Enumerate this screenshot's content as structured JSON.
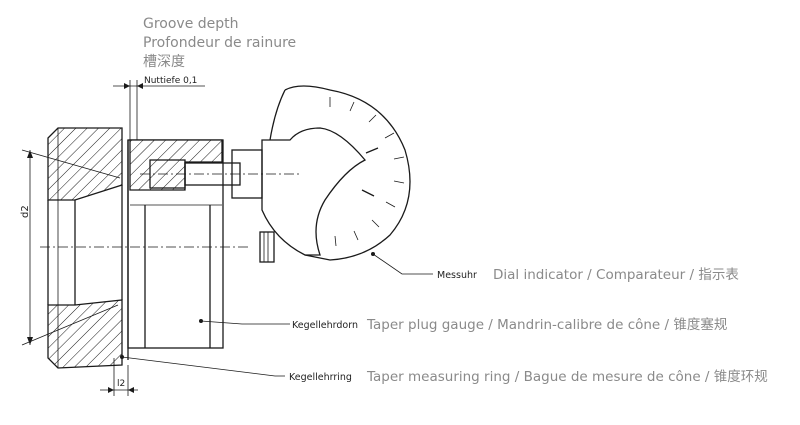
{
  "header": {
    "en": "Groove depth",
    "fr": "Profondeur de rainure",
    "zh": "槽深度"
  },
  "dimensions": {
    "nuttiefe": "Nuttiefe  0,1",
    "d2": "d2",
    "l2": "l2"
  },
  "callouts": [
    {
      "de": "Messuhr",
      "text": "Dial indicator / Comparateur / 指示表"
    },
    {
      "de": "Kegellehrdorn",
      "text": "Taper plug gauge / Mandrin-calibre de cône / 锥度塞规"
    },
    {
      "de": "Kegellehrring",
      "text": "Taper measuring ring / Bague de mesure de cône / 锥度环规"
    }
  ],
  "colors": {
    "label_gray": "#8a8a8a",
    "line": "#1a1a1a"
  }
}
